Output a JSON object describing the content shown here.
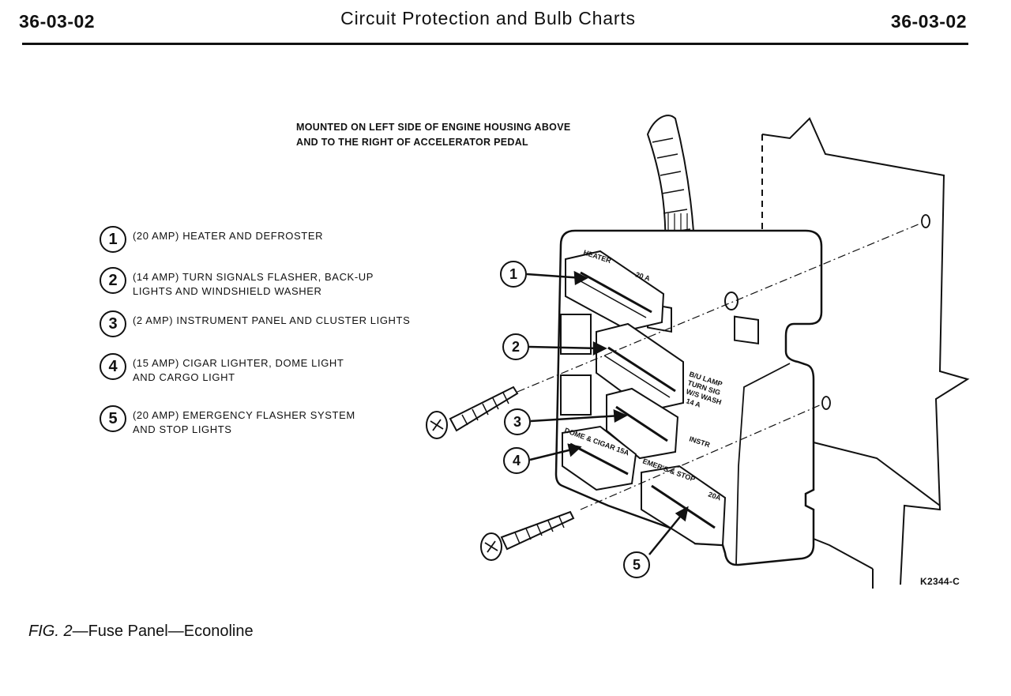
{
  "header": {
    "page_number_left": "36-03-02",
    "title": "Circuit Protection and Bulb Charts",
    "page_number_right": "36-03-02"
  },
  "mount_note": {
    "line1": "MOUNTED ON LEFT SIDE OF ENGINE HOUSING ABOVE",
    "line2": "AND TO THE RIGHT OF ACCELERATOR PEDAL"
  },
  "legend": [
    {
      "num": "1",
      "line1": "(20 AMP) HEATER  AND DEFROSTER",
      "line2": ""
    },
    {
      "num": "2",
      "line1": "(14 AMP) TURN SIGNALS FLASHER, BACK-UP",
      "line2": "LIGHTS AND WINDSHIELD WASHER"
    },
    {
      "num": "3",
      "line1": "(2 AMP) INSTRUMENT PANEL AND CLUSTER LIGHTS",
      "line2": ""
    },
    {
      "num": "4",
      "line1": "(15 AMP) CIGAR LIGHTER, DOME LIGHT",
      "line2": "AND CARGO LIGHT"
    },
    {
      "num": "5",
      "line1": "(20 AMP) EMERGENCY FLASHER SYSTEM",
      "line2": "AND STOP LIGHTS"
    }
  ],
  "diagram_labels": {
    "heater": "HEATER",
    "amp_20a_top": "20 A",
    "bu_lamp": "B/U LAMP",
    "turn_sig": "TURN SIG",
    "ws_wash": "W/S WASH",
    "code_14a": "14 A",
    "instr": "INSTR",
    "dome_cigar": "DOME & CIGAR 15A",
    "emer_stop": "EMER'S & STOP",
    "amp_20a_bottom": "20A"
  },
  "callouts": [
    "1",
    "2",
    "3",
    "4",
    "5"
  ],
  "figure_ref": "K2344-C",
  "caption": {
    "fig": "FIG. 2",
    "text": "—Fuse Panel—Econoline"
  }
}
